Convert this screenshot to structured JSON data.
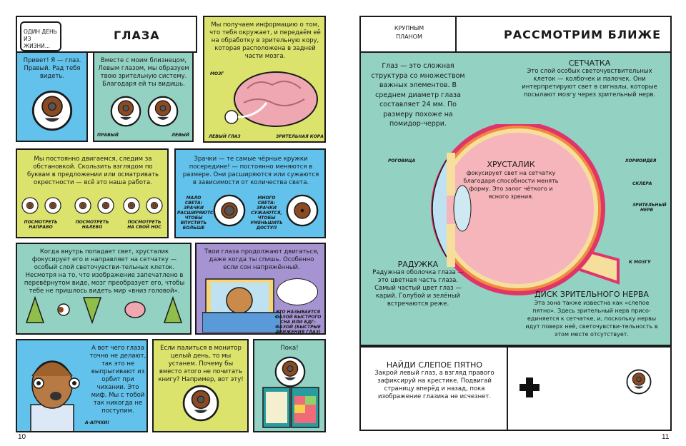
{
  "left_page": {
    "header": {
      "tag": "ОДИН ДЕНЬ ИЗ ЖИЗНИ...",
      "title": "ГЛАЗА"
    },
    "panel1": {
      "text": "Привет! Я — глаз. Правый. Рад тебя видеть."
    },
    "panel2": {
      "text": "Вместе с моим близнецом, Левым глазом, мы образуем твою зрительную систему. Благодаря ей ты видишь.",
      "label_right": "ПРАВЫЙ",
      "label_left": "ЛЕВЫЙ"
    },
    "panel3": {
      "text": "Мы получаем информацию о том, что тебя окружает, и передаём её на обработку в зрительную кору, которая расположена в задней части мозга.",
      "label_brain": "МОЗГ",
      "label_eye": "ЛЕВЫЙ ГЛАЗ",
      "label_cortex": "ЗРИТЕЛЬНАЯ КОРА"
    },
    "panel4": {
      "text": "Мы постоянно двигаемся, следим за обстановкой. Скользить взглядом по буквам в предложении или осматривать окрестности — всё это наша работа.",
      "captions": [
        "ПОСМОТРЕТЬ НАПРАВО",
        "ПОСМОТРЕТЬ НАЛЕВО",
        "ПОСМОТРЕТЬ НА СВОЙ НОС"
      ]
    },
    "panel5": {
      "text": "Зрачки — те самые чёрные кружки посередине! — постоянно меняются в размере. Они расширяются или сужаются в зависимости от количества света.",
      "low_light": "МАЛО СВЕТА: ЗРАЧКИ РАСШИРЯЮТСЯ, ЧТОБЫ ВПУСТИТЬ БОЛЬШЕ",
      "high_light": "МНОГО СВЕТА: ЗРАЧКИ СУЖАЮТСЯ, ЧТОБЫ УМЕНЬШИТЬ ДОСТУП"
    },
    "panel6": {
      "text": "Когда внутрь попадает свет, хрусталик фокусирует его и направляет на сетчатку — особый слой светочувстви-тельных клеток. Несмотря на то, что изображение запечатлено в перевёрнутом виде, мозг преобразует его, чтобы тебе не пришлось видеть мир «вниз головой»."
    },
    "panel7": {
      "text": "Твои глаза продолжают двигаться, даже когда ты спишь. Особенно если сон напряжённый.",
      "caption": "ЭТО НАЗЫВАЕТСЯ ФАЗОЙ БЫСТРОГО СНА ИЛИ БДГ-ФАЗОЙ (БЫСТРЫЕ ДВИЖЕНИЯ ГЛАЗ)"
    },
    "panel8": {
      "text": "А вот чего глаза точно не делают, так это не выпрыгивают из орбит при чихании. Это миф. Мы с тобой так никогда не поступим.",
      "sneeze": "А-АПЧХИ!"
    },
    "panel9": {
      "text": "Если палиться в монитор целый день, то мы устанем. Почему бы вместо этого не почитать книгу? Например, вот эту!"
    },
    "panel10": {
      "text": "Пока!"
    },
    "page_number": "10"
  },
  "right_page": {
    "header": {
      "tag": "КРУПНЫМ ПЛАНОМ",
      "title": "РАССМОТРИМ БЛИЖЕ"
    },
    "intro": "Глаз — это сложная структура со множеством важных элементов. В среднем диаметр глаза составляет 24 мм. По размеру похоже на помидор-черри.",
    "retina": {
      "title": "СЕТЧАТКА",
      "text": "Это слой особых светочувствительных клеток — колбочек и палочек. Они интерпретируют свет в сигналы, которые посылают мозгу через зрительный нерв."
    },
    "lens": {
      "title": "ХРУСТАЛИК",
      "text": "фокусирует свет на сетчатку благодаря способности менять форму. Это залог чёткого и ясного зрения."
    },
    "iris": {
      "title": "РАДУЖКА",
      "text": "Радужная оболочка глаза — это цветная часть глаза. Самый частый цвет глаз — карий. Голубой и зелёный встречаются реже."
    },
    "optic_disc": {
      "title": "ДИСК ЗРИТЕЛЬНОГО НЕРВА",
      "text": "Эта зона также известна как «слепое пятно». Здесь зрительный нерв присо-единяется к сетчатке, и, поскольку нервы идут поверх неё, светочувстви-тельность в этом месте отсутствует."
    },
    "labels": {
      "cornea": "РОГОВИЦА",
      "choroid": "ХОРИОИДЕЯ",
      "sclera": "СКЛЕРА",
      "optic_nerve": "ЗРИТЕЛЬНЫЙ НЕРВ",
      "to_brain": "К МОЗГУ"
    },
    "blind_spot": {
      "title": "НАЙДИ СЛЕПОЕ ПЯТНО",
      "text": "Закрой левый глаз, а взгляд правого зафиксируй на крестике. Подвигай страницу вперёд и назад, пока изображение глазика не исчезнет."
    },
    "page_number": "11"
  },
  "colors": {
    "blue": "#62c2ec",
    "teal": "#93d2c3",
    "yellow": "#dbe36c",
    "purple": "#a594d1",
    "iris": "#8b4a22",
    "pink": "#f5b5bb"
  }
}
